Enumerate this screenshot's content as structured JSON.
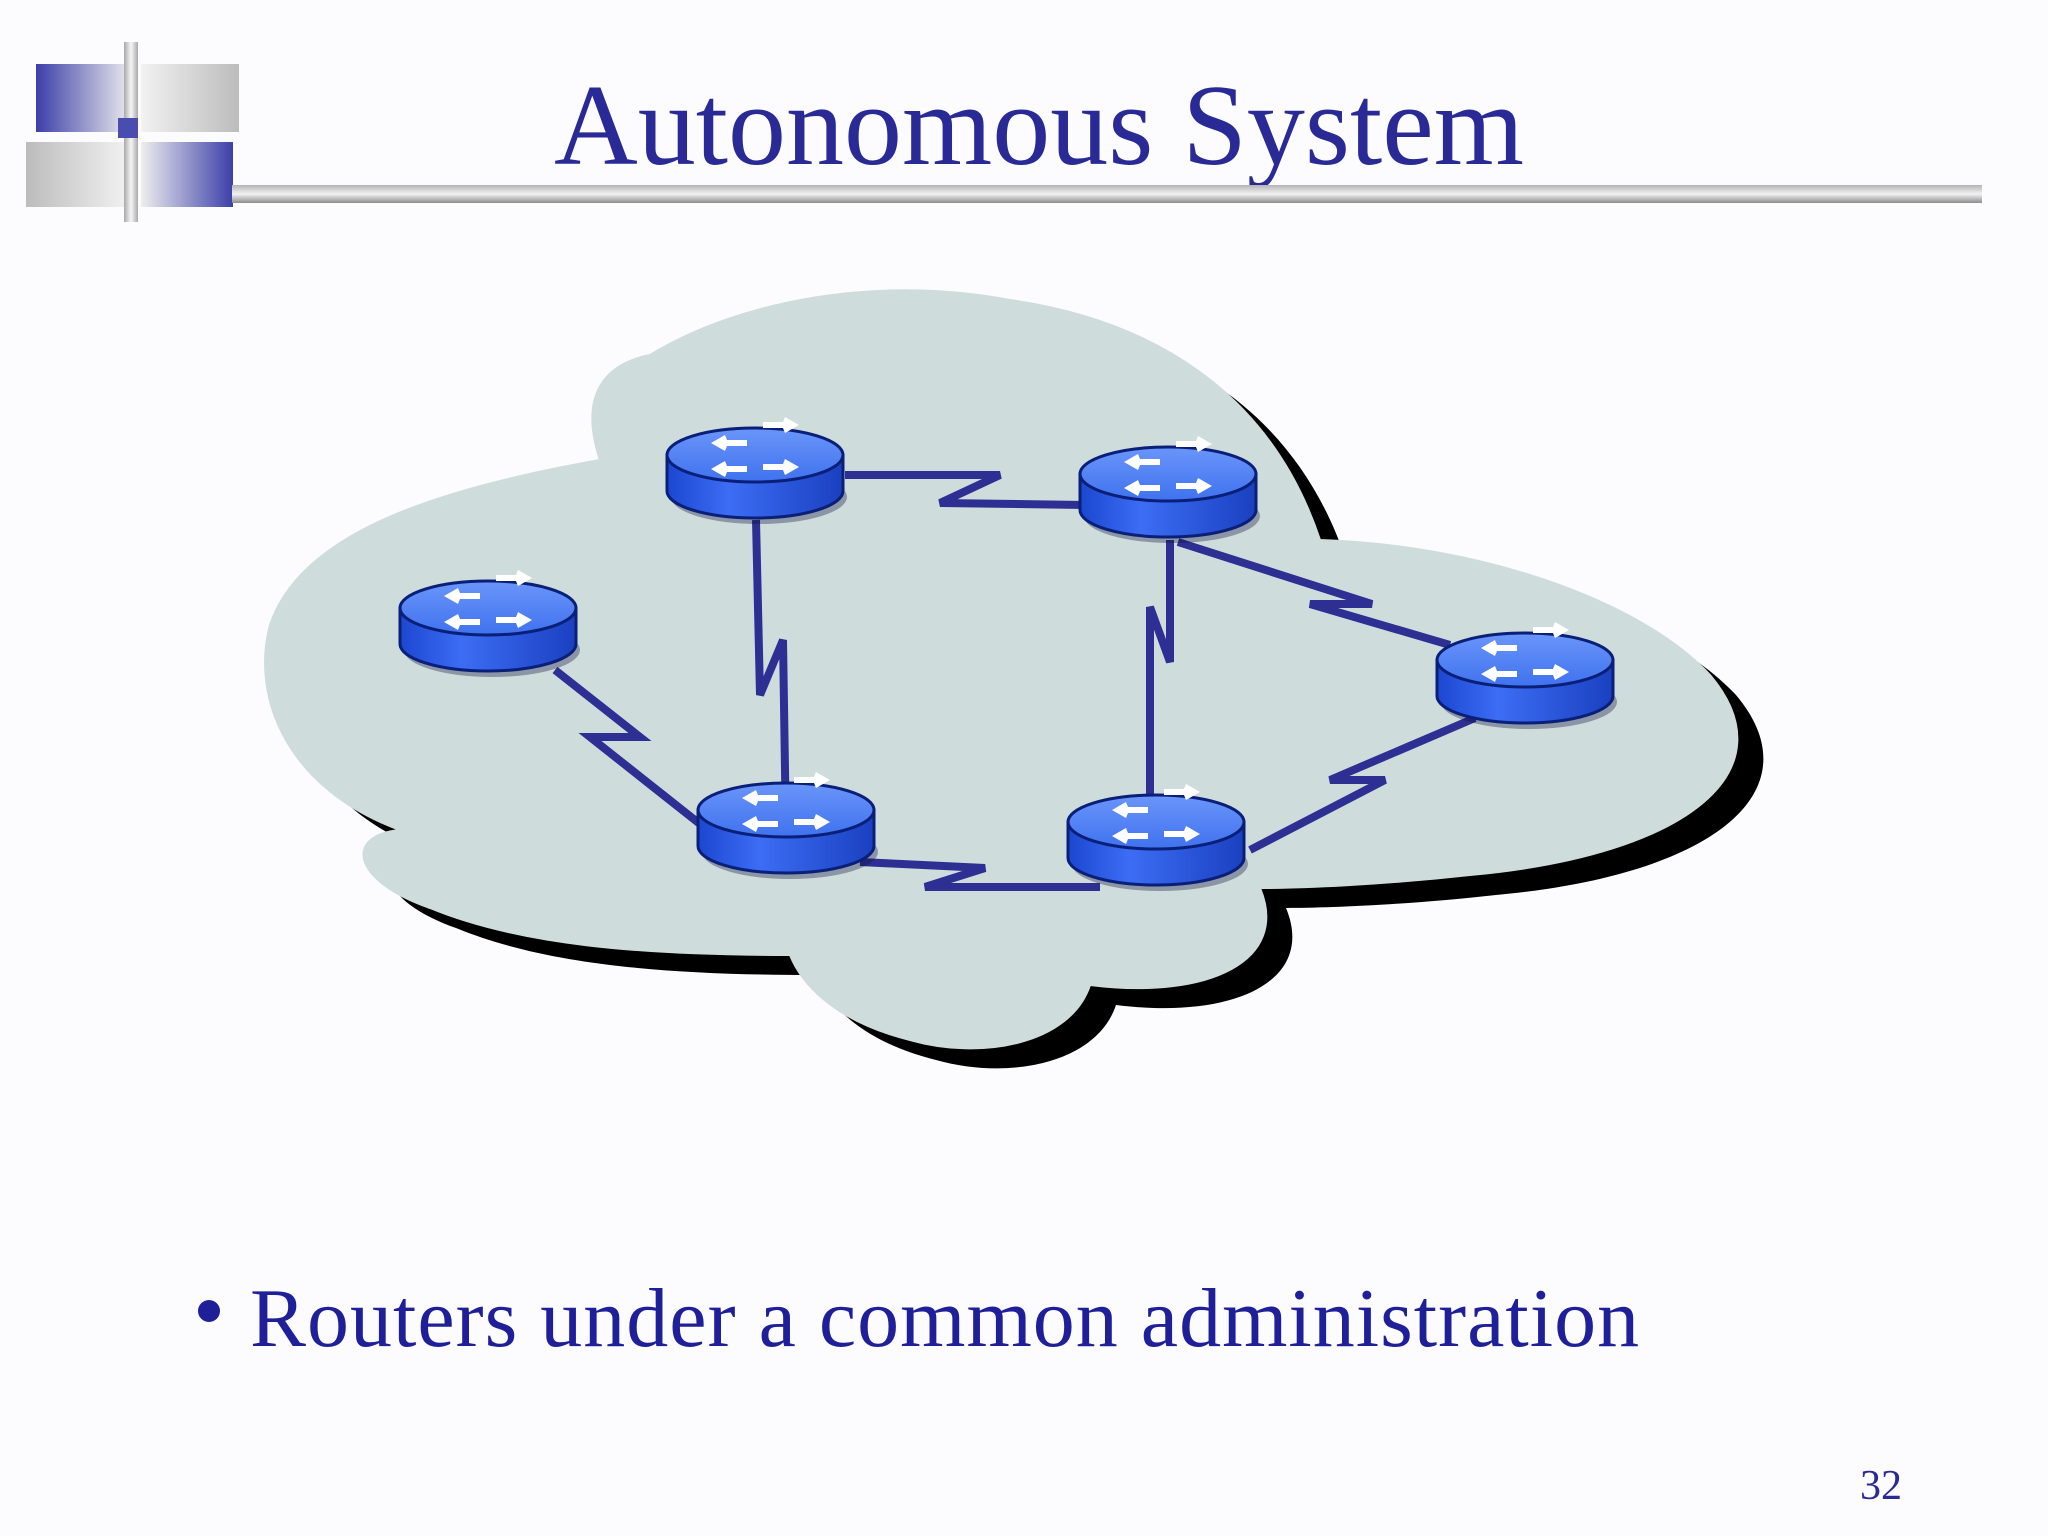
{
  "slide": {
    "title": "Autonomous System",
    "bullets": [
      {
        "text": "Routers under a common administration"
      }
    ],
    "page_number": "32"
  },
  "diagram": {
    "container": "cloud",
    "node_icon": "router-icon",
    "nodes": [
      "router-1",
      "router-2",
      "router-3",
      "router-4",
      "router-5",
      "router-6"
    ],
    "links": [
      [
        "router-1",
        "router-4"
      ],
      [
        "router-2",
        "router-4"
      ],
      [
        "router-2",
        "router-3"
      ],
      [
        "router-4",
        "router-5"
      ],
      [
        "router-3",
        "router-5"
      ],
      [
        "router-3",
        "router-6"
      ],
      [
        "router-5",
        "router-6"
      ]
    ],
    "link_type": "serial"
  },
  "colors": {
    "title_text": "#2a2a96",
    "bullet_text": "#1f1f9a",
    "cloud_fill": "#cfdcdc",
    "cloud_shadow": "#000000",
    "router_fill": "#4d7ef7",
    "router_side": "#2456e6",
    "router_outline": "#0a1f78",
    "link": "#2d2f93",
    "logo_accent": "#3c3fa8"
  }
}
